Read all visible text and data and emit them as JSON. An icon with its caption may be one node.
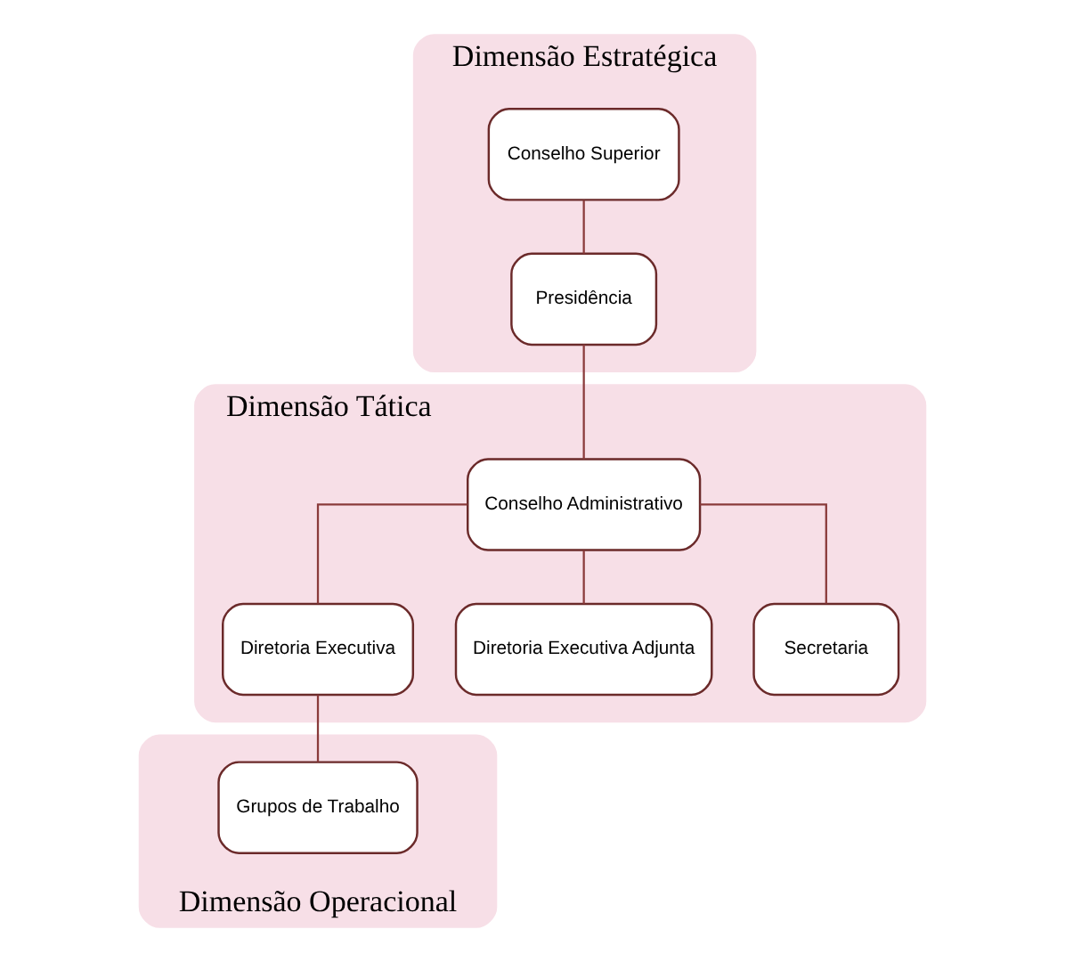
{
  "diagram": {
    "nodes": [
      {
        "text": [
          "Dimensão Estratégica"
        ]
      },
      {
        "text": [
          "Conselho Superior"
        ],
        "in": 0
      },
      {
        "text": [
          "Presidência"
        ],
        "in": 0
      },
      {
        "text": [
          "Dimensão Tática"
        ]
      },
      {
        "text": [
          "Conselho Administrativo"
        ],
        "in": 3
      },
      {
        "text": [
          "Diretoria Executiva"
        ],
        "in": 3
      },
      {
        "text": [
          "Diretoria Executiva Adjunta"
        ],
        "in": 3
      },
      {
        "text": [
          "Secretaria"
        ],
        "in": 3
      },
      {
        "text": [
          "Dimensão Operacional"
        ]
      },
      {
        "text": [
          "Grupos de Trabalho"
        ],
        "in": 8
      }
    ],
    "edges": [
      {
        "from": 1,
        "to": 2,
        "arrow": "none"
      },
      {
        "from": 2,
        "to": 4,
        "arrow": "none"
      },
      {
        "from": 4,
        "to": 5,
        "arrow": "none"
      },
      {
        "from": 4,
        "to": 6,
        "arrow": "none"
      },
      {
        "from": 4,
        "to": 7,
        "arrow": "none"
      },
      {
        "from": 5,
        "to": 9,
        "arrow": "none"
      }
    ]
  }
}
